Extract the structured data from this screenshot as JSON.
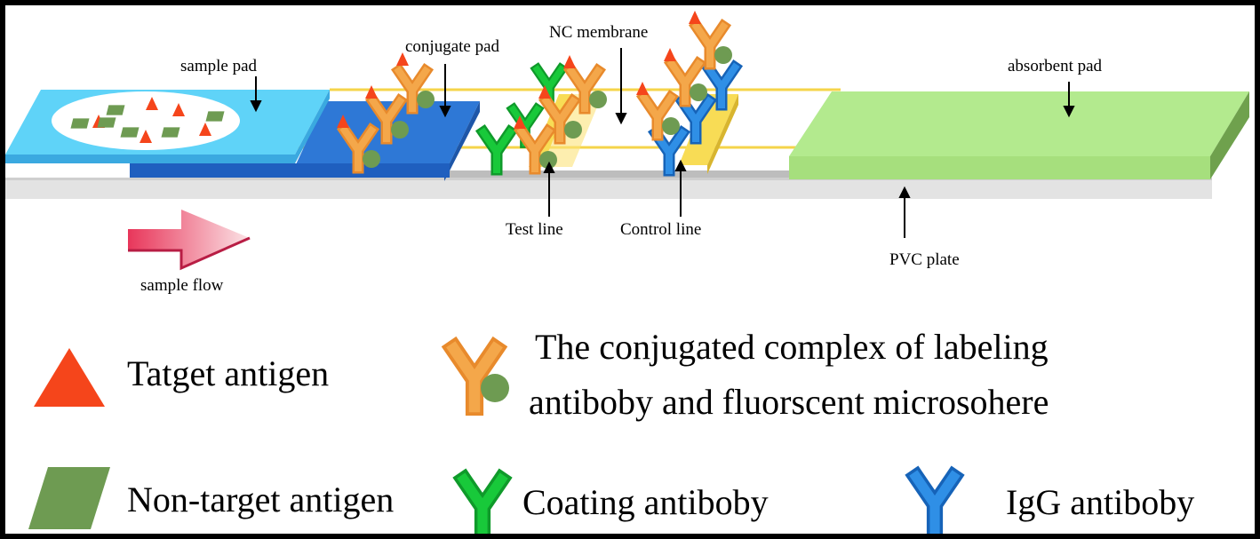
{
  "labels": {
    "sample_pad": "sample pad",
    "conjugate_pad": "conjugate pad",
    "nc_membrane": "NC membrane",
    "absorbent_pad": "absorbent pad",
    "test_line": "Test line",
    "control_line": "Control line",
    "pvc_plate": "PVC plate",
    "sample_flow": "sample flow"
  },
  "legend": {
    "target_antigen": "Tatget antigen",
    "complex_line1": "The conjugated complex of labeling",
    "complex_line2": "antiboby and fluorscent microsohere",
    "non_target_antigen": "Non-target antigen",
    "coating_antibody": "Coating antiboby",
    "igg_antibody": "IgG antiboby"
  },
  "colors": {
    "target_antigen": "#f5451b",
    "non_target_antigen": "#6e9b52",
    "labeling_antibody": "#f4a74a",
    "microsphere": "#6e9b52",
    "coating_antibody": "#18c93a",
    "igg_antibody": "#2f8fe6",
    "sample_pad": "#5fd3f8",
    "conjugate_pad": "#2e78d6",
    "absorbent_pad": "#b3ea8e",
    "pvc_plate": "#e3e3e3",
    "line_strip": "#f8dc55"
  }
}
